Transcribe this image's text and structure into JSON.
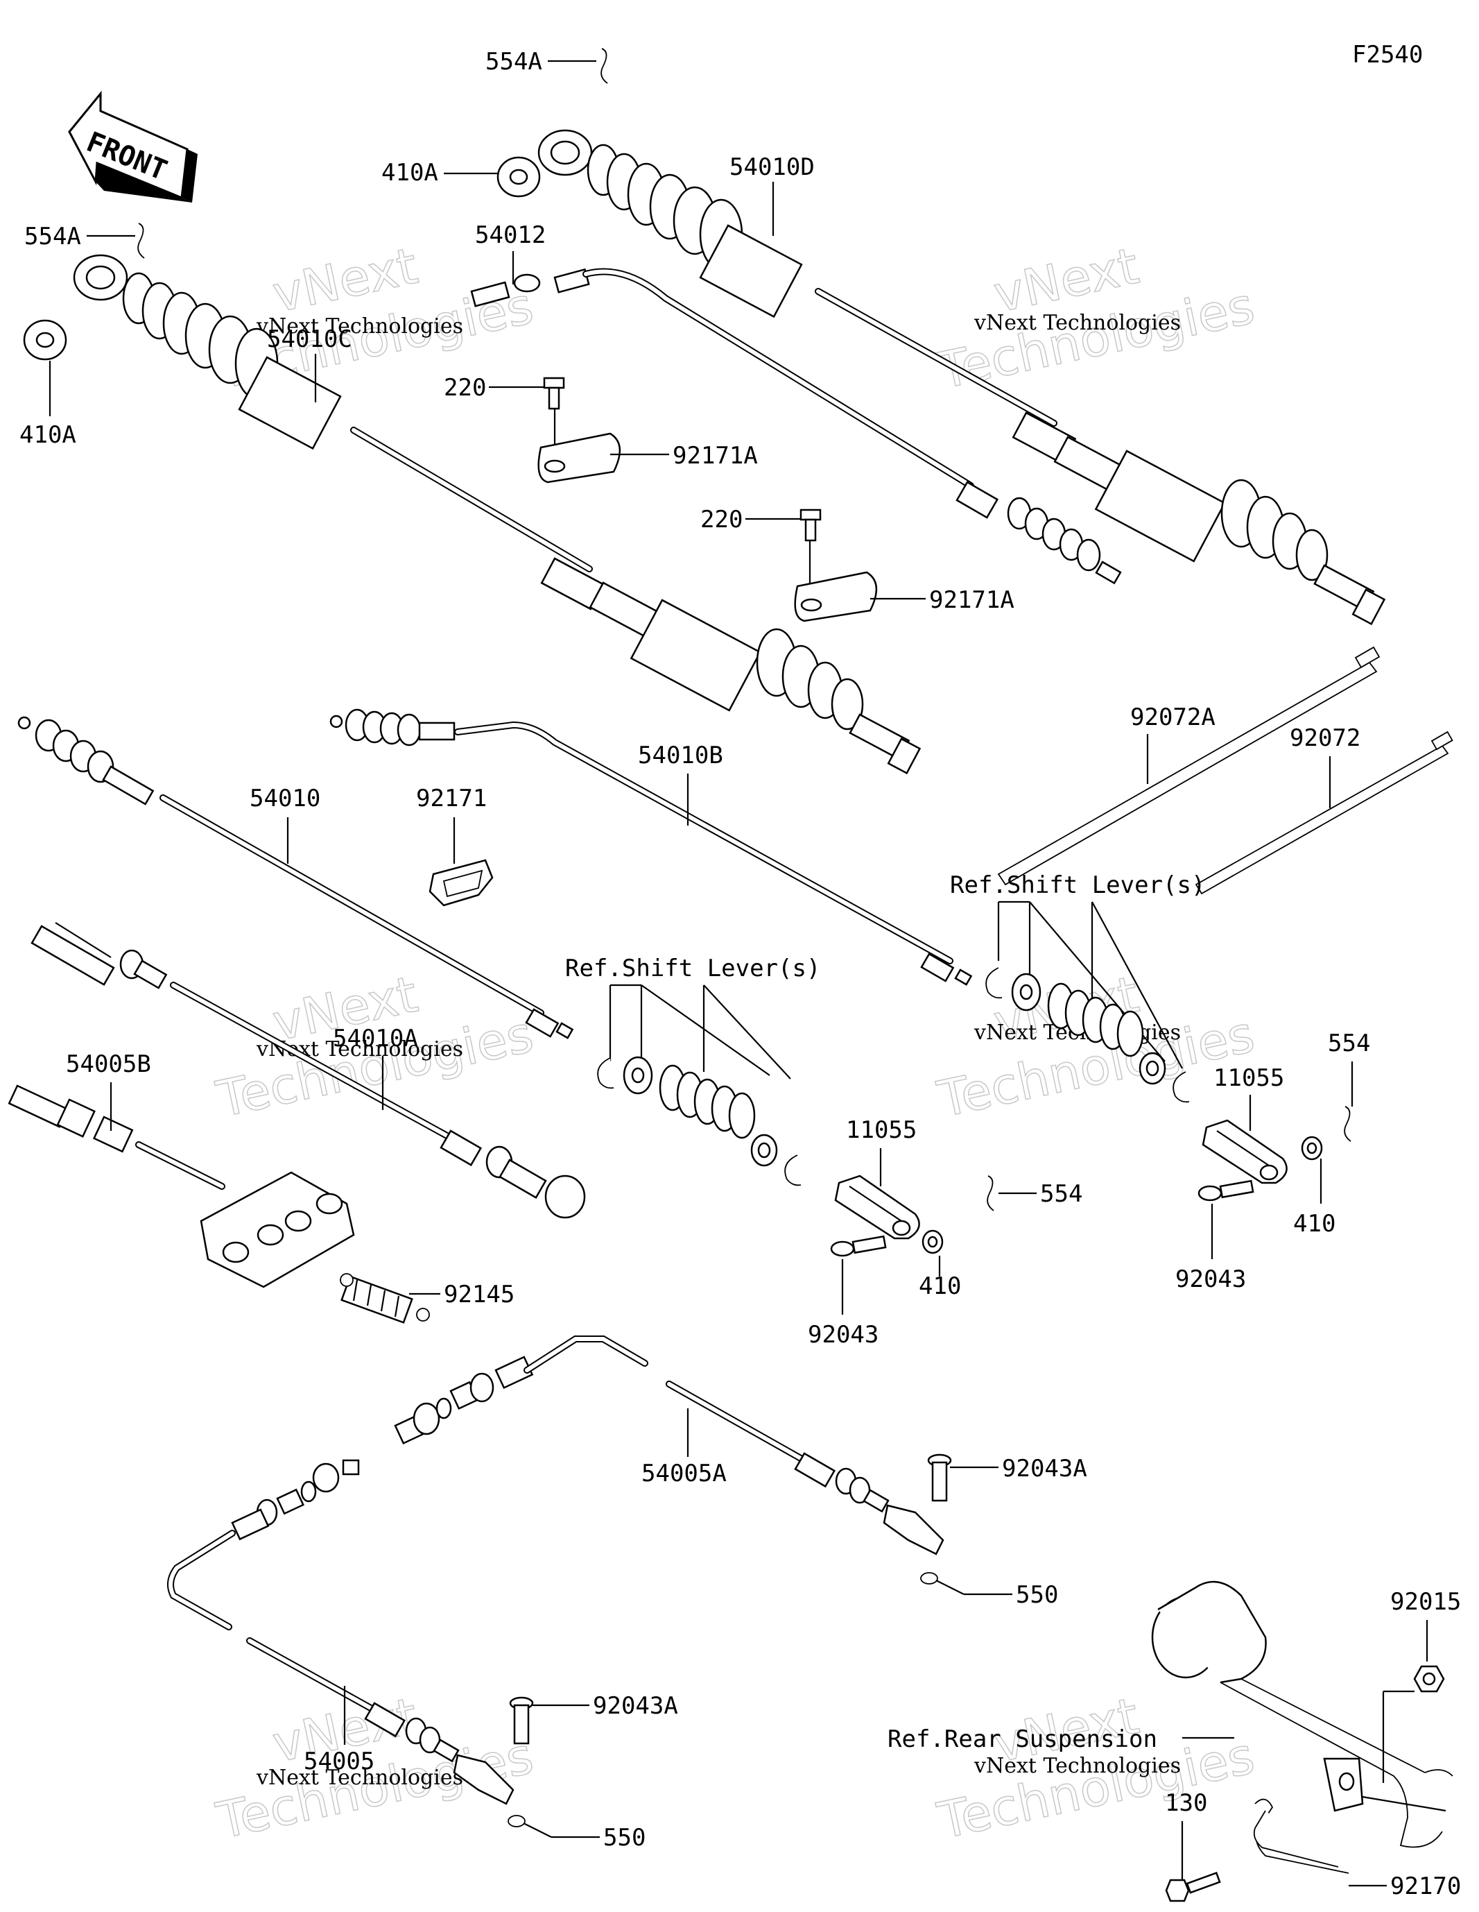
{
  "figure_code": "F2540",
  "front_arrow_label": "FRONT",
  "watermark": {
    "line1": "vNext",
    "line2": "Technologies",
    "small": "vNext Technologies"
  },
  "parts": {
    "p554A_top": "554A",
    "p554A_left": "554A",
    "p410A_top": "410A",
    "p410A_left": "410A",
    "p54012": "54012",
    "p54010D": "54010D",
    "p54010C": "54010C",
    "p220_a": "220",
    "p220_b": "220",
    "p92171A_a": "92171A",
    "p92171A_b": "92171A",
    "p92072A": "92072A",
    "p92072": "92072",
    "p54010": "54010",
    "p92171": "92171",
    "p54010B": "54010B",
    "p54010A": "54010A",
    "p54005B": "54005B",
    "p92145": "92145",
    "ref_shift_1": "Ref.Shift Lever(s)",
    "ref_shift_2": "Ref.Shift Lever(s)",
    "p11055_a": "11055",
    "p11055_b": "11055",
    "p554_a": "554",
    "p554_b": "554",
    "p410_a": "410",
    "p410_b": "410",
    "p92043_a": "92043",
    "p92043_b": "92043",
    "p54005A": "54005A",
    "p92043A_a": "92043A",
    "p92043A_b": "92043A",
    "p550_a": "550",
    "p550_b": "550",
    "p54005": "54005",
    "p92015": "92015",
    "ref_rear_susp": "Ref.Rear Suspension",
    "p130": "130",
    "p92170": "92170"
  }
}
